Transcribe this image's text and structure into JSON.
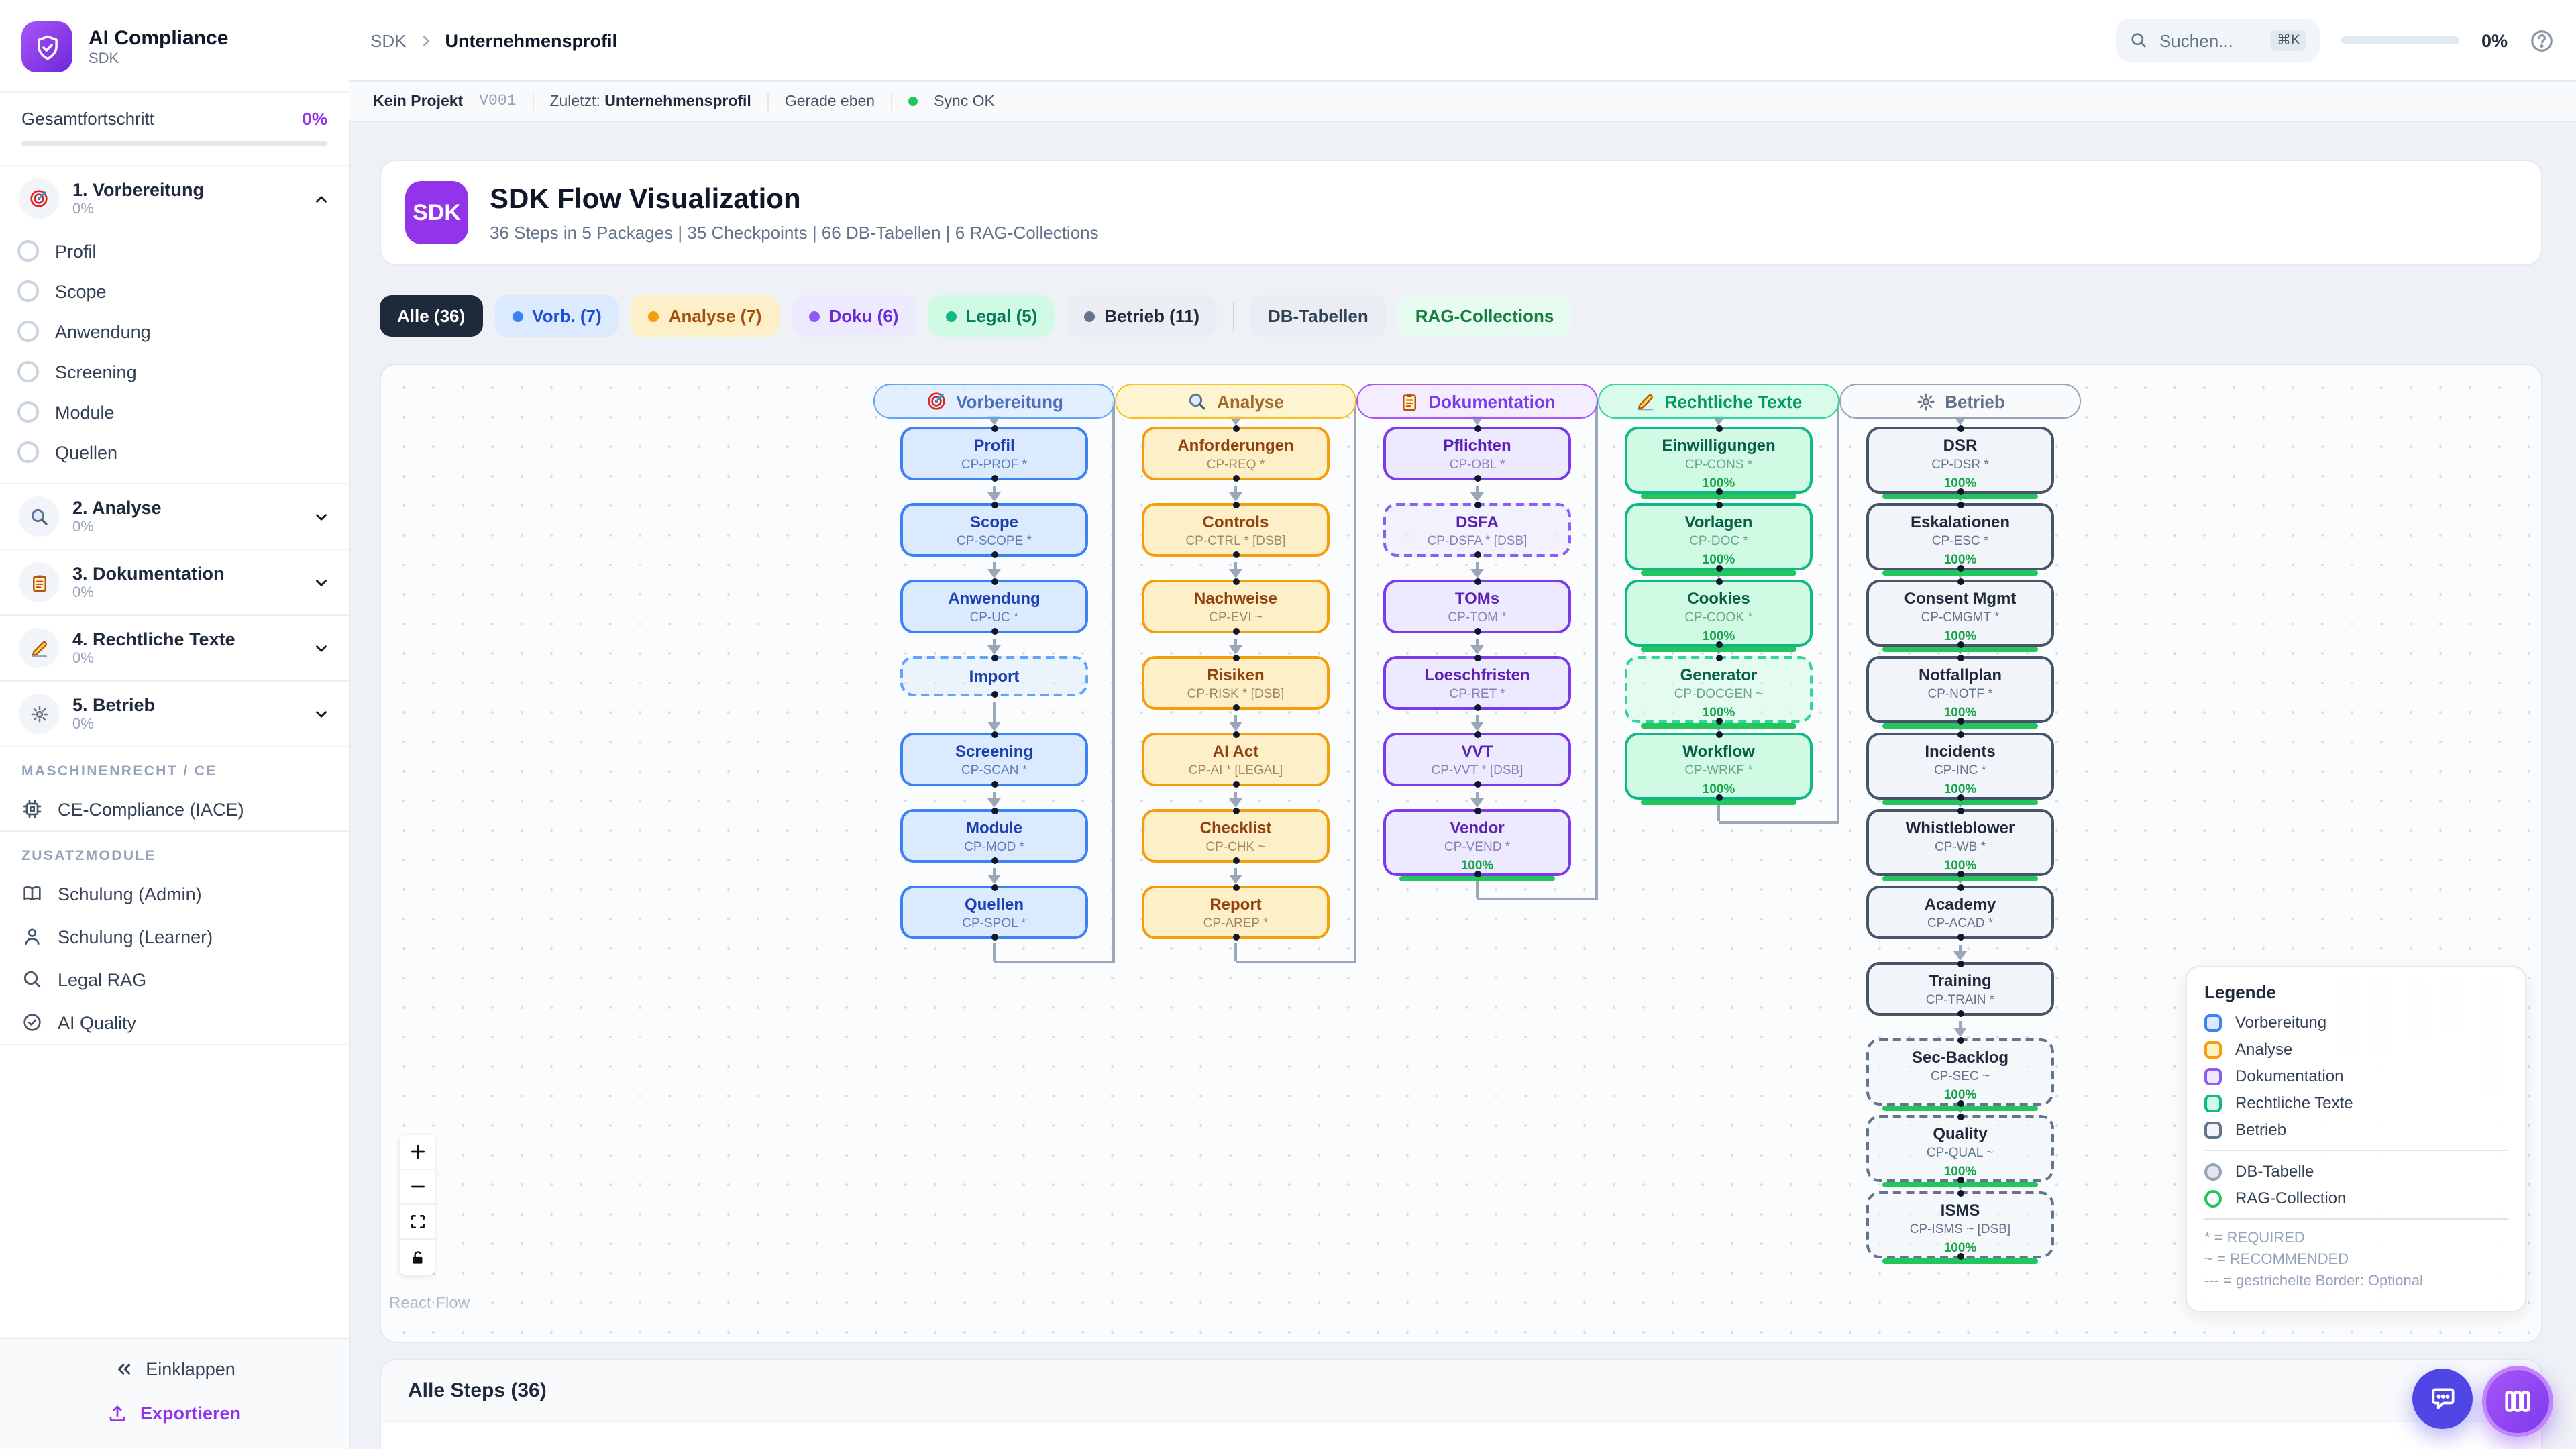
{
  "brand": {
    "name": "AI Compliance",
    "subtitle": "SDK",
    "logo_icon": "shield-check-icon"
  },
  "colors": {
    "accent": "#9333ea",
    "progress_green": "#22c55e",
    "sync_green": "#22c55e",
    "chip_dark": "#1e293b"
  },
  "sidebar": {
    "overall": {
      "label": "Gesamtfortschritt",
      "value": "0%"
    },
    "phases": [
      {
        "label": "1. Vorbereitung",
        "pct": "0%",
        "icon": "target-icon",
        "expanded": true,
        "steps": [
          "Profil",
          "Scope",
          "Anwendung",
          "Screening",
          "Module",
          "Quellen"
        ]
      },
      {
        "label": "2. Analyse",
        "pct": "0%",
        "icon": "magnifier-icon"
      },
      {
        "label": "3. Dokumentation",
        "pct": "0%",
        "icon": "clipboard-icon"
      },
      {
        "label": "4. Rechtliche Texte",
        "pct": "0%",
        "icon": "pencil-icon"
      },
      {
        "label": "5. Betrieb",
        "pct": "0%",
        "icon": "gear-icon"
      }
    ],
    "sections": [
      {
        "label": "MASCHINENRECHT / CE",
        "items": [
          {
            "label": "CE-Compliance (IACE)",
            "icon": "cpu-icon"
          }
        ]
      },
      {
        "label": "ZUSATZMODULE",
        "items": [
          {
            "label": "Schulung (Admin)",
            "icon": "book-icon"
          },
          {
            "label": "Schulung (Learner)",
            "icon": "person-icon"
          },
          {
            "label": "Legal RAG",
            "icon": "search-icon"
          },
          {
            "label": "AI Quality",
            "icon": "check-circle-icon"
          }
        ]
      }
    ],
    "footer": {
      "collapse": "Einklappen",
      "export": "Exportieren"
    }
  },
  "header": {
    "breadcrumb": {
      "root": "SDK",
      "current": "Unternehmensprofil"
    },
    "search": {
      "placeholder": "Suchen...",
      "shortcut": "⌘K"
    },
    "progress": "0%"
  },
  "statusbar": {
    "project": "Kein Projekt",
    "version": "V001",
    "last_label": "Zuletzt:",
    "last_value": "Unternehmensprofil",
    "time": "Gerade eben",
    "sync": "Sync OK"
  },
  "hero": {
    "badge": "SDK",
    "title": "SDK Flow Visualization",
    "subtitle": "36 Steps in 5 Packages | 35 Checkpoints | 66 DB-Tabellen | 6 RAG-Collections"
  },
  "filters": {
    "primary": [
      {
        "label": "Alle (36)",
        "color": "dark",
        "active": true
      },
      {
        "label": "Vorb. (7)",
        "color": "blue"
      },
      {
        "label": "Analyse (7)",
        "color": "amber"
      },
      {
        "label": "Doku (6)",
        "color": "purple"
      },
      {
        "label": "Legal (5)",
        "color": "green"
      },
      {
        "label": "Betrieb (11)",
        "color": "slate"
      }
    ],
    "secondary": [
      {
        "label": "DB-Tabellen",
        "color": "plain"
      },
      {
        "label": "RAG-Collections",
        "color": "rag"
      }
    ]
  },
  "flow": {
    "packages": [
      {
        "name": "Vorbereitung",
        "icon": "target-icon",
        "color": "blue",
        "nodes": [
          {
            "title": "Profil",
            "code": "CP-PROF *"
          },
          {
            "title": "Scope",
            "code": "CP-SCOPE *"
          },
          {
            "title": "Anwendung",
            "code": "CP-UC *"
          },
          {
            "title": "Import",
            "code": "",
            "dashed": true,
            "small": true
          },
          {
            "title": "Screening",
            "code": "CP-SCAN *"
          },
          {
            "title": "Module",
            "code": "CP-MOD *"
          },
          {
            "title": "Quellen",
            "code": "CP-SPOL *"
          }
        ]
      },
      {
        "name": "Analyse",
        "icon": "magnifier-icon",
        "color": "amber",
        "nodes": [
          {
            "title": "Anforderungen",
            "code": "CP-REQ *"
          },
          {
            "title": "Controls",
            "code": "CP-CTRL * [DSB]"
          },
          {
            "title": "Nachweise",
            "code": "CP-EVI ~"
          },
          {
            "title": "Risiken",
            "code": "CP-RISK * [DSB]"
          },
          {
            "title": "AI Act",
            "code": "CP-AI * [LEGAL]"
          },
          {
            "title": "Checklist",
            "code": "CP-CHK ~"
          },
          {
            "title": "Report",
            "code": "CP-AREP *"
          }
        ]
      },
      {
        "name": "Dokumentation",
        "icon": "clipboard-icon",
        "color": "purple",
        "nodes": [
          {
            "title": "Pflichten",
            "code": "CP-OBL *"
          },
          {
            "title": "DSFA",
            "code": "CP-DSFA * [DSB]",
            "dashed": true
          },
          {
            "title": "TOMs",
            "code": "CP-TOM *"
          },
          {
            "title": "Loeschfristen",
            "code": "CP-RET *"
          },
          {
            "title": "VVT",
            "code": "CP-VVT * [DSB]"
          },
          {
            "title": "Vendor",
            "code": "CP-VEND *",
            "progress": "100%"
          }
        ]
      },
      {
        "name": "Rechtliche Texte",
        "icon": "pencil-icon",
        "color": "green",
        "nodes": [
          {
            "title": "Einwilligungen",
            "code": "CP-CONS *",
            "progress": "100%"
          },
          {
            "title": "Vorlagen",
            "code": "CP-DOC *",
            "progress": "100%"
          },
          {
            "title": "Cookies",
            "code": "CP-COOK *",
            "progress": "100%"
          },
          {
            "title": "Generator",
            "code": "CP-DOCGEN ~",
            "progress": "100%",
            "dashed": true
          },
          {
            "title": "Workflow",
            "code": "CP-WRKF *",
            "progress": "100%"
          }
        ]
      },
      {
        "name": "Betrieb",
        "icon": "gear-icon",
        "color": "slate",
        "nodes": [
          {
            "title": "DSR",
            "code": "CP-DSR *",
            "progress": "100%"
          },
          {
            "title": "Eskalationen",
            "code": "CP-ESC *",
            "progress": "100%"
          },
          {
            "title": "Consent Mgmt",
            "code": "CP-CMGMT *",
            "progress": "100%"
          },
          {
            "title": "Notfallplan",
            "code": "CP-NOTF *",
            "progress": "100%"
          },
          {
            "title": "Incidents",
            "code": "CP-INC *",
            "progress": "100%"
          },
          {
            "title": "Whistleblower",
            "code": "CP-WB *",
            "progress": "100%"
          },
          {
            "title": "Academy",
            "code": "CP-ACAD *"
          },
          {
            "title": "Training",
            "code": "CP-TRAIN *"
          },
          {
            "title": "Sec-Backlog",
            "code": "CP-SEC ~",
            "progress": "100%",
            "dashed": true
          },
          {
            "title": "Quality",
            "code": "CP-QUAL ~",
            "progress": "100%",
            "dashed": true
          },
          {
            "title": "ISMS",
            "code": "CP-ISMS ~ [DSB]",
            "progress": "100%",
            "dashed": true
          }
        ]
      }
    ]
  },
  "legend": {
    "title": "Legende",
    "items": [
      {
        "label": "Vorbereitung",
        "border": "#3b82f6",
        "bg": "#dbeafe"
      },
      {
        "label": "Analyse",
        "border": "#f59e0b",
        "bg": "#fef3c7"
      },
      {
        "label": "Dokumentation",
        "border": "#8b5cf6",
        "bg": "#ede9fe"
      },
      {
        "label": "Rechtliche Texte",
        "border": "#10b981",
        "bg": "#d1fae5"
      },
      {
        "label": "Betrieb",
        "border": "#64748b",
        "bg": "#f1f5f9"
      }
    ],
    "shapes": [
      {
        "label": "DB-Tabelle",
        "border": "#94a3b8",
        "bg": "#e2e8f0"
      },
      {
        "label": "RAG-Collection",
        "border": "#22c55e",
        "bg": "#ffffff"
      }
    ],
    "notes": [
      "* = REQUIRED",
      "~ = RECOMMENDED",
      "--- = gestrichelte Border: Optional"
    ]
  },
  "flow_controls": {
    "attribution": "React Flow",
    "buttons": [
      "zoom-in",
      "zoom-out",
      "fit-view",
      "lock"
    ]
  },
  "steps_panel": {
    "title": "Alle Steps (36)"
  }
}
